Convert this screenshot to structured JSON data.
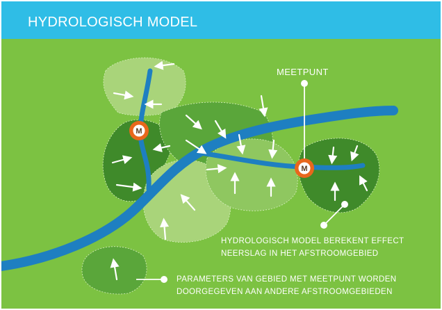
{
  "header": {
    "title": "HYDROLOGISCH MODEL"
  },
  "annotations": {
    "meetpunt": "MEETPUNT",
    "effect_line1": "HYDROLOGISCH MODEL BEREKENT EFFECT",
    "effect_line2": "NEERSLAG IN HET AFSTROOMGEBIED",
    "params_line1": "PARAMETERS VAN GEBIED MET MEETPUNT WORDEN",
    "params_line2": "DOORGEGEVEN AAN ANDERE AFSTROOMGEBIEDEN"
  },
  "markers": {
    "meetpunt_1": "M",
    "meetpunt_2": "M"
  },
  "colors": {
    "header": "#2fbde6",
    "background": "#7cc242",
    "river": "#1e7fc1",
    "marker": "#e8671c"
  }
}
